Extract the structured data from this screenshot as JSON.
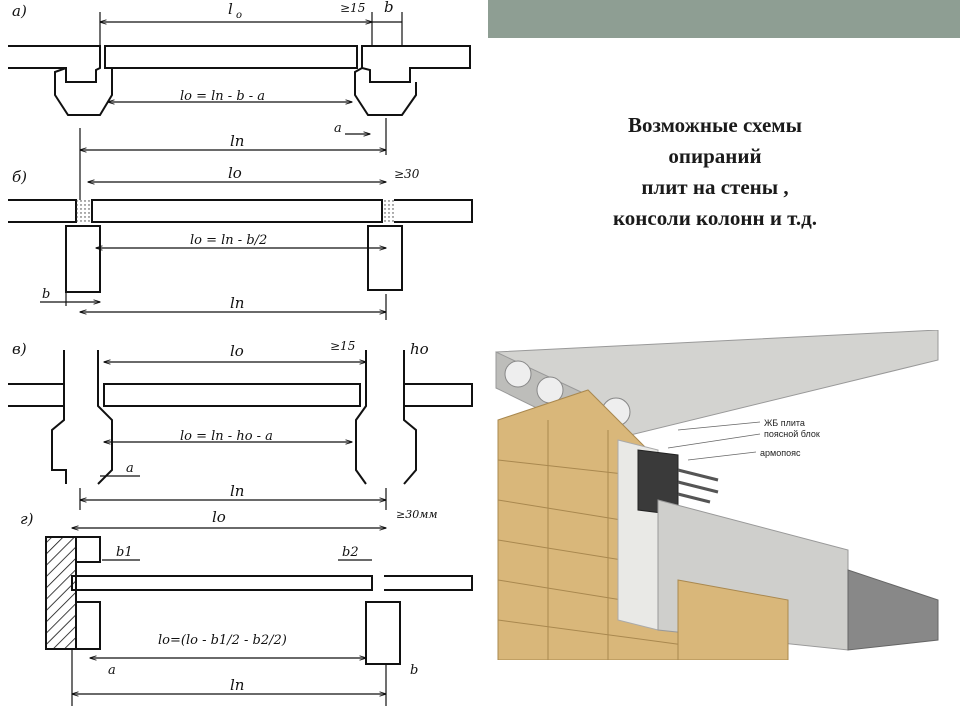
{
  "header": {
    "title_lines": [
      "Возможные схемы",
      "опираний",
      "плит  на стены ,",
      "консоли колонн и т.д."
    ]
  },
  "schemes": {
    "a": {
      "letter": "а)",
      "lo": "l",
      "lo_sub": "o",
      "ge15": "≥15",
      "b": "b",
      "formula": "lо = lп - b - a",
      "a": "a",
      "ln": "lп"
    },
    "b": {
      "letter": "б)",
      "lo": "lо",
      "ge30": "≥30",
      "formula": "lо = lп - b/2",
      "b": "b",
      "ln": "lп"
    },
    "v": {
      "letter": "в)",
      "lo": "lо",
      "ge15": "≥15",
      "ho": "hо",
      "formula": "lо = lп - hо - a",
      "a": "a",
      "ln": "lп"
    },
    "g": {
      "letter": "г)",
      "lo": "lо",
      "ge30": "≥30мм",
      "b1": "b1",
      "b2": "b2",
      "formula": "lо=(lо - b1/2 - b2/2)",
      "a": "a",
      "b": "b",
      "ln": "lп"
    }
  },
  "photo": {
    "label_plate": "ЖБ плита",
    "label_belt_block": "поясной блок",
    "label_armo": "армопояс"
  },
  "colors": {
    "topbar": "#8e9e93",
    "ink": "#111111",
    "brick": "#d9b77a",
    "concrete": "#c9c9c6"
  }
}
